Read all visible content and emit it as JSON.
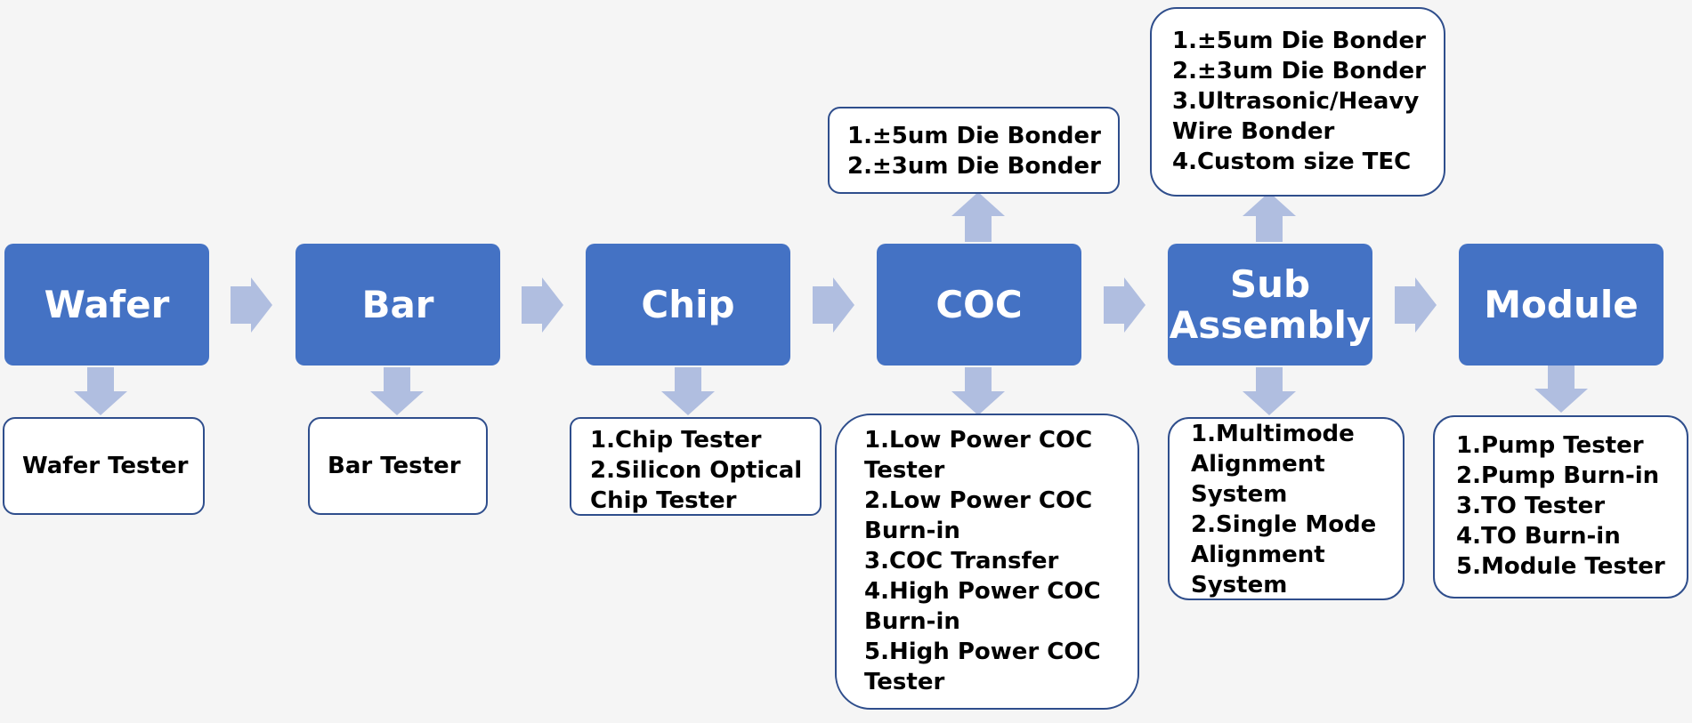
{
  "colors": {
    "background": "#f5f5f5",
    "stage_fill": "#4472c4",
    "stage_text": "#ffffff",
    "arrow": "#b0bee0",
    "note_border": "#2f4e8c",
    "note_fill": "#ffffff"
  },
  "stages": {
    "wafer": {
      "label": "Wafer"
    },
    "bar": {
      "label": "Bar"
    },
    "chip": {
      "label": "Chip"
    },
    "coc": {
      "label": "COC"
    },
    "sub": {
      "label_line1": "Sub",
      "label_line2": "Assembly"
    },
    "module": {
      "label": "Module"
    }
  },
  "notes": {
    "wafer": {
      "lines": [
        "Wafer Tester"
      ]
    },
    "bar": {
      "lines": [
        "Bar Tester"
      ]
    },
    "chip": {
      "lines": [
        "1.Chip Tester",
        "2.Silicon Optical",
        "Chip Tester"
      ]
    },
    "coc_bottom": {
      "lines": [
        "1.Low Power COC",
        "Tester",
        "2.Low Power COC",
        "Burn-in",
        "3.COC Transfer",
        "4.High Power COC",
        "Burn-in",
        "5.High Power COC",
        "Tester"
      ]
    },
    "coc_top": {
      "lines": [
        "1.±5um Die Bonder",
        "2.±3um Die Bonder"
      ]
    },
    "sub_top": {
      "lines": [
        "1.±5um Die Bonder",
        "2.±3um Die Bonder",
        "3.Ultrasonic/Heavy",
        "Wire Bonder",
        "4.Custom size TEC"
      ]
    },
    "sub_bottom": {
      "lines": [
        "1.Multimode",
        "Alignment",
        "System",
        "2.Single Mode",
        "Alignment",
        "System"
      ]
    },
    "module": {
      "lines": [
        "1.Pump Tester",
        "2.Pump Burn-in",
        "3.TO Tester",
        "4.TO Burn-in",
        "5.Module Tester"
      ]
    }
  }
}
